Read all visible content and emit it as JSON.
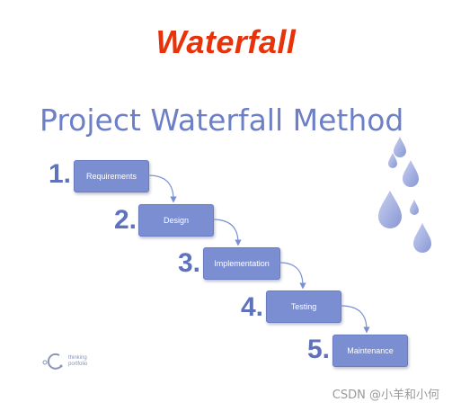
{
  "header": {
    "title": "Waterfall"
  },
  "diagram": {
    "title": "Project Waterfall Method",
    "steps": [
      {
        "number": "1.",
        "label": "Requirements"
      },
      {
        "number": "2.",
        "label": "Design"
      },
      {
        "number": "3.",
        "label": "Implementation"
      },
      {
        "number": "4.",
        "label": "Testing"
      },
      {
        "number": "5.",
        "label": "Maintenance"
      }
    ],
    "logo": {
      "line1": "thinking",
      "line2": "portfolio"
    },
    "colors": {
      "box": "#7b8ed1",
      "number": "#5f72bd",
      "drop": "#9aa8dc",
      "title": "#6c7fc7"
    }
  },
  "watermark": "CSDN @小羊和小何"
}
